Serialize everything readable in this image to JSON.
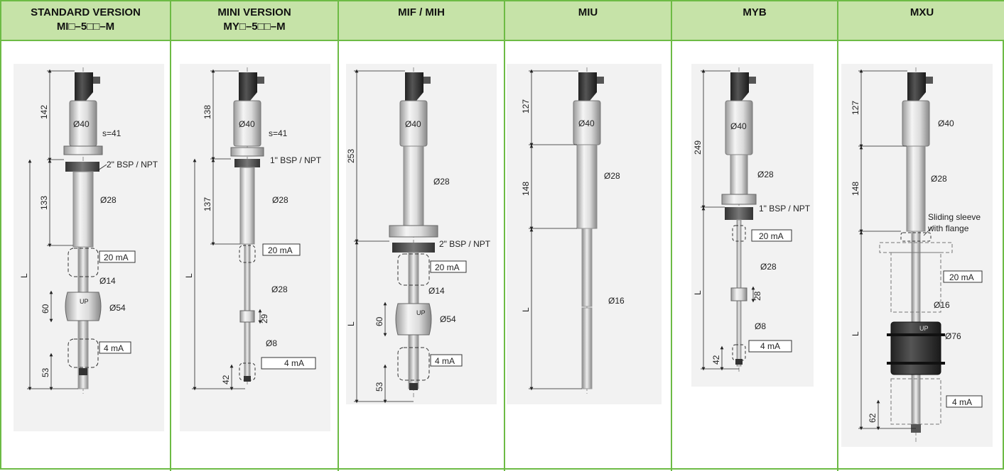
{
  "columns": [
    {
      "title_line1": "STANDARD VERSION",
      "title_line2": "MI□–5□□–M",
      "labels": {
        "h_top": "142",
        "h_mid": "133",
        "h_len": "L",
        "h_float": "60",
        "h_bot": "53",
        "d_head": "Ø40",
        "spanner": "s=41",
        "thread": "2\" BSP / NPT",
        "d_tube": "Ø28",
        "ma_hi": "20 mA",
        "d_rod": "Ø14",
        "float_up": "UP",
        "d_float": "Ø54",
        "ma_lo": "4 mA"
      }
    },
    {
      "title_line1": "MINI VERSION",
      "title_line2": "MY□–5□□–M",
      "labels": {
        "h_top": "138",
        "h_mid": "137",
        "h_len": "L",
        "h_float": "29",
        "h_bot": "42",
        "d_head": "Ø40",
        "spanner": "s=41",
        "thread": "1\" BSP / NPT",
        "d_tube": "Ø28",
        "ma_hi": "20 mA",
        "d_float": "Ø28",
        "d_rod": "Ø8",
        "ma_lo": "4 mA"
      }
    },
    {
      "title_line1": "MIF / MIH",
      "labels": {
        "h_top": "253",
        "h_len": "L",
        "h_float": "60",
        "h_bot": "53",
        "d_head": "Ø40",
        "d_tube": "Ø28",
        "thread": "2\" BSP / NPT",
        "ma_hi": "20 mA",
        "d_rod": "Ø14",
        "float_up": "UP",
        "d_float": "Ø54",
        "ma_lo": "4 mA"
      }
    },
    {
      "title_line1": "MIU",
      "labels": {
        "h_top": "127",
        "h_mid": "148",
        "h_len": "L",
        "d_head": "Ø40",
        "d_tube": "Ø28",
        "d_rod": "Ø16"
      }
    },
    {
      "title_line1": "MYB",
      "labels": {
        "h_top": "249",
        "h_len": "L",
        "h_float": "28",
        "h_bot": "42",
        "d_head": "Ø40",
        "d_tube": "Ø28",
        "thread": "1\" BSP / NPT",
        "ma_hi": "20 mA",
        "d_float": "Ø28",
        "d_rod": "Ø8",
        "ma_lo": "4 mA"
      }
    },
    {
      "title_line1": "MXU",
      "labels": {
        "h_top": "127",
        "h_mid": "148",
        "h_len": "L",
        "h_bot": "62",
        "d_head": "Ø40",
        "d_tube": "Ø28",
        "sleeve1": "Sliding sleeve",
        "sleeve2": "with flange",
        "ma_hi": "20 mA",
        "d_rod": "Ø16",
        "float_up": "UP",
        "d_float": "Ø76",
        "ma_lo": "4 mA"
      }
    }
  ],
  "colors": {
    "border": "#6dbb45",
    "header_bg": "#c6e3a8",
    "panel_bg": "#f2f2f2",
    "head_dark": "#3a3a3a",
    "float_dark": "#2b2b2b"
  }
}
